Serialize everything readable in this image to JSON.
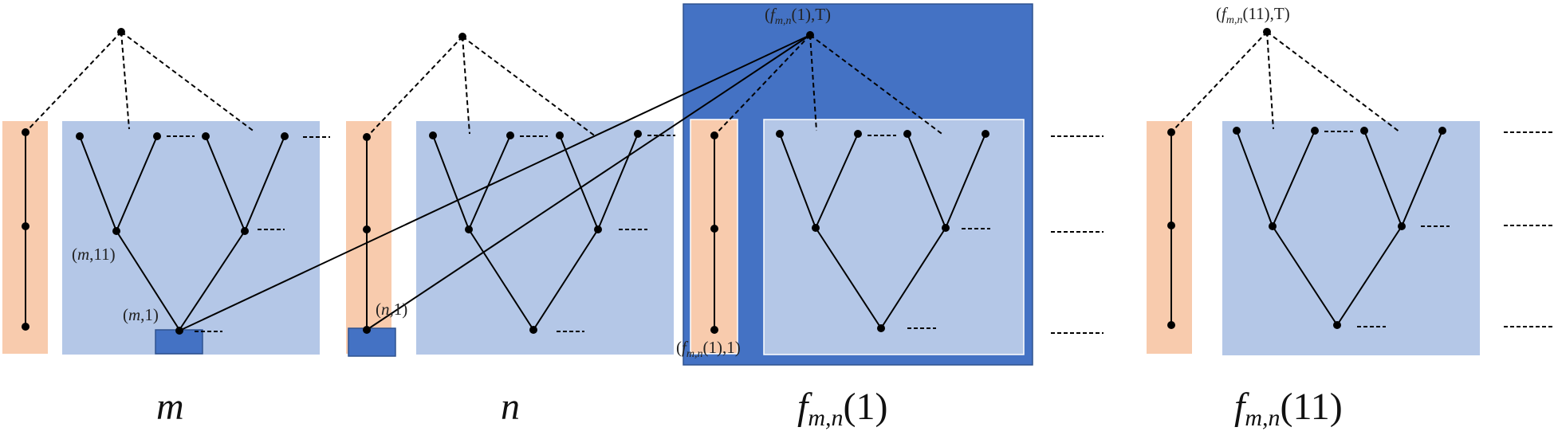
{
  "labels": {
    "root_fmn1": {
      "pre": "(",
      "f": "f",
      "sub": "m,n",
      "post": "(1),T)"
    },
    "root_fmn11": {
      "pre": "(",
      "f": "f",
      "sub": "m,n",
      "post": "(11),T)"
    },
    "node_m11": {
      "pre": "(",
      "var": "m",
      "post": ",11)"
    },
    "node_m1": {
      "pre": "(",
      "var": "m",
      "post": ",1)"
    },
    "node_n1": {
      "pre": "(",
      "var": "n",
      "post": ",1)"
    },
    "node_fmn1_1": {
      "pre": "(",
      "f": "f",
      "sub": "m,n",
      "post": "(1),1)"
    }
  },
  "captions": {
    "m": "m",
    "n": "n",
    "fmn1": {
      "f": "f",
      "sub": "m,n",
      "post": "(1)"
    },
    "fmn11": {
      "f": "f",
      "sub": "m,n",
      "post": "(11)"
    }
  },
  "colors": {
    "orange": "#f8cbad",
    "light_blue": "#b4c7e7",
    "dark_blue": "#4472c4",
    "line": "#000000"
  }
}
